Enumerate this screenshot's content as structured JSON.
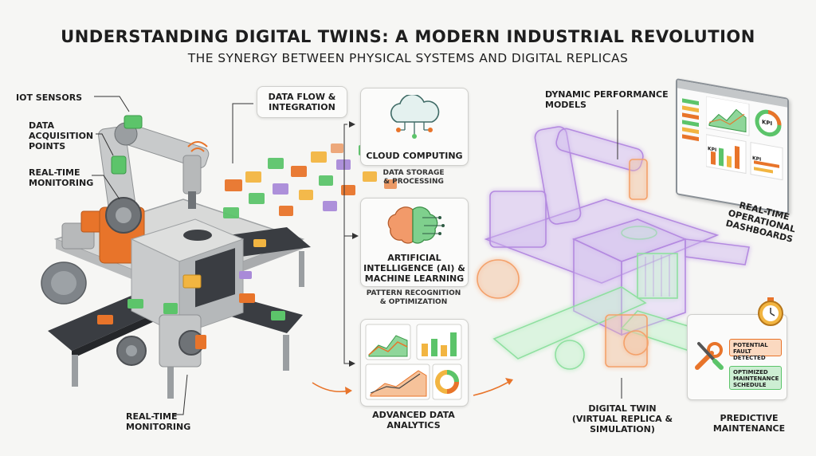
{
  "header": {
    "title": "UNDERSTANDING DIGITAL TWINS: A MODERN INDUSTRIAL REVOLUTION",
    "subtitle": "THE SYNERGY BETWEEN PHYSICAL SYSTEMS AND DIGITAL REPLICAS"
  },
  "physical": {
    "iot_sensors": "IoT SENSORS",
    "data_acquisition": "DATA\nACQUISITION\nPOINTS",
    "realtime_monitoring_top": "REAL-TIME\nMONITORING",
    "realtime_monitoring_bottom": "REAL-TIME\nMONITORING"
  },
  "flow": {
    "data_flow": "DATA FLOW &\nINTEGRATION"
  },
  "processing": {
    "cloud": {
      "title": "CLOUD COMPUTING",
      "caption": "DATA STORAGE\n& PROCESSING"
    },
    "ai": {
      "title": "ARTIFICIAL\nINTELLIGENCE (AI) &\nMACHINE LEARNING",
      "caption": "PATTERN RECOGNITION\n& OPTIMIZATION"
    },
    "analytics": {
      "title": "ADVANCED DATA\nANALYTICS"
    }
  },
  "twin": {
    "dynamic_models": "DYNAMIC PERFORMANCE\nMODELS",
    "digital_twin": "DIGITAL TWIN\n(VIRTUAL REPLICA &\nSIMULATION)",
    "dashboards": "REAL-TIME\nOPERATIONAL\nDASHBOARDS",
    "kpi_1": "KPI",
    "kpi_2": "KPI",
    "kpi_3": "KPI"
  },
  "maintenance": {
    "fault": "POTENTIAL\nFAULT DETECTED",
    "schedule": "OPTIMIZED\nMAINTENANCE\nSCHEDULE",
    "label": "PREDICTIVE\nMAINTENANCE"
  },
  "colors": {
    "orange": "#e8742a",
    "green": "#5cc46a",
    "purple": "#a98ad8",
    "yellow": "#f2b541",
    "steel": "#8a9096",
    "belt": "#3a3d42",
    "twin_purple": "#b48ae0",
    "twin_green": "#8fe0a0",
    "twin_orange": "#f4a16a"
  }
}
